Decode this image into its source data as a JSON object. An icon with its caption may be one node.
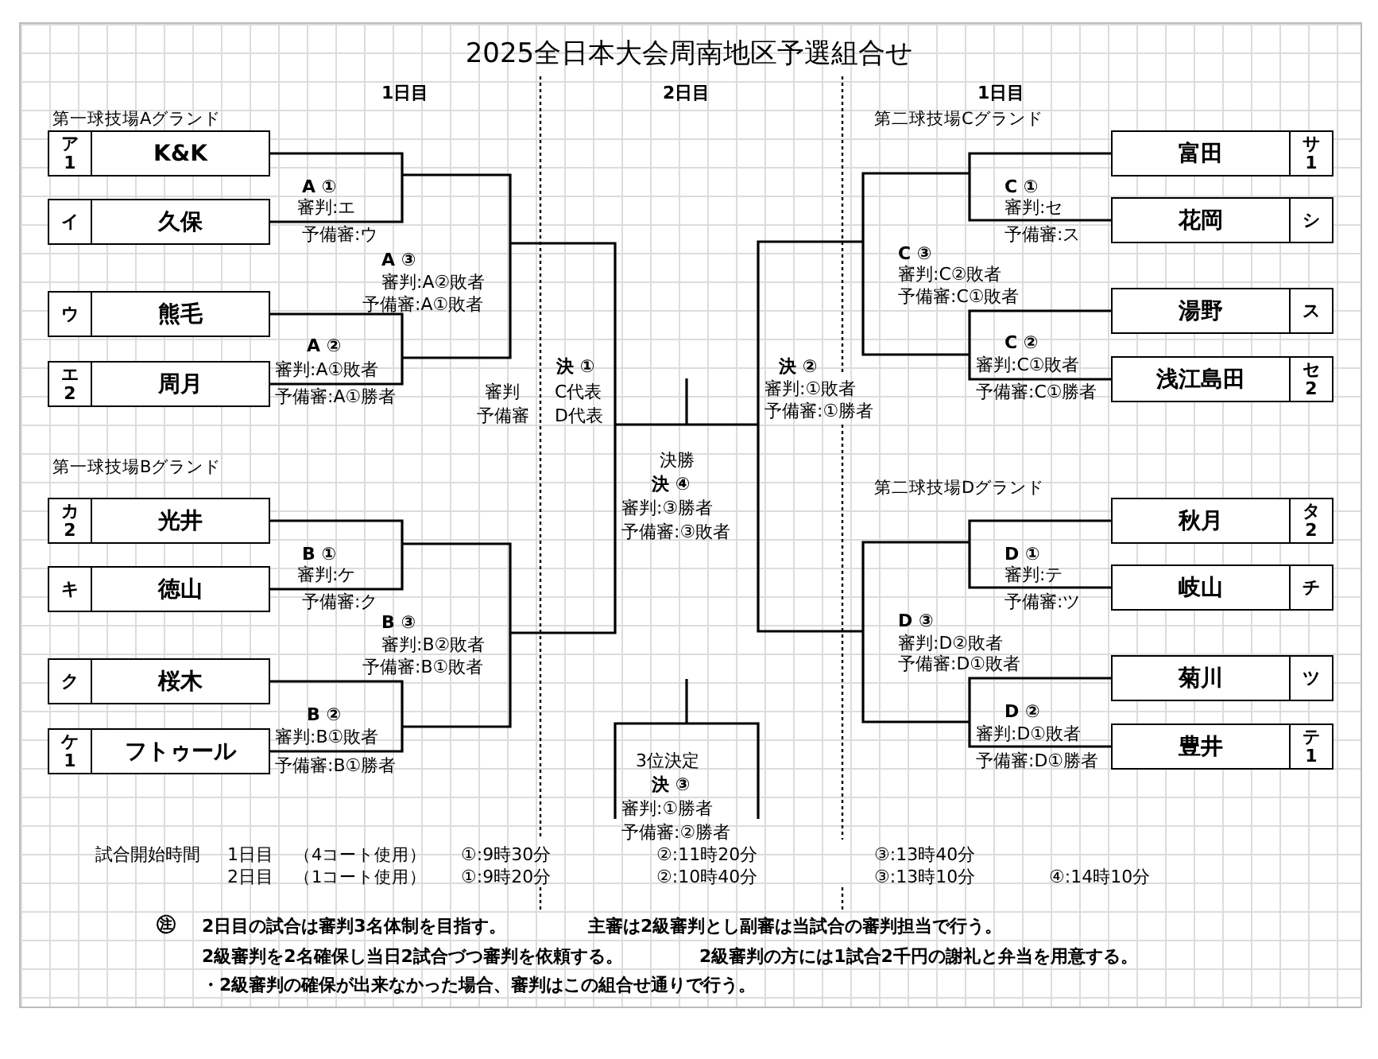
{
  "diagram": {
    "title": "2025全日本大会周南地区予選組合せ",
    "nodes": [
      {
        "text": [
          "ア",
          "1",
          "K&K"
        ]
      },
      {
        "text": [
          "イ",
          "久保"
        ]
      },
      {
        "text": [
          "ウ",
          "熊毛"
        ]
      },
      {
        "text": [
          "エ",
          "2",
          "周月"
        ]
      },
      {
        "text": [
          "A ①",
          "審判:エ",
          "予備審:ウ"
        ]
      },
      {
        "text": [
          "A ②",
          "審判:A①敗者",
          "予備審:A①勝者"
        ]
      },
      {
        "text": [
          "A ③",
          "審判:A②敗者",
          "予備審:A①敗者"
        ]
      },
      {
        "text": [
          "カ",
          "2",
          "光井"
        ]
      },
      {
        "text": [
          "キ",
          "徳山"
        ]
      },
      {
        "text": [
          "ク",
          "桜木"
        ]
      },
      {
        "text": [
          "ケ",
          "1",
          "フトゥール"
        ]
      },
      {
        "text": [
          "B ①",
          "審判:ケ",
          "予備審:ク"
        ]
      },
      {
        "text": [
          "B ②",
          "審判:B①敗者",
          "予備審:B①勝者"
        ]
      },
      {
        "text": [
          "B ③",
          "審判:B②敗者",
          "予備審:B①敗者"
        ]
      },
      {
        "text": [
          "富田",
          "サ",
          "1"
        ]
      },
      {
        "text": [
          "花岡",
          "シ"
        ]
      },
      {
        "text": [
          "湯野",
          "ス"
        ]
      },
      {
        "text": [
          "浅江島田",
          "セ",
          "2"
        ]
      },
      {
        "text": [
          "C ①",
          "審判:セ",
          "予備審:ス"
        ]
      },
      {
        "text": [
          "C ②",
          "審判:C①敗者",
          "予備審:C①勝者"
        ]
      },
      {
        "text": [
          "C ③",
          "審判:C②敗者",
          "予備審:C①敗者"
        ]
      },
      {
        "text": [
          "秋月",
          "タ",
          "2"
        ]
      },
      {
        "text": [
          "岐山",
          "チ"
        ]
      },
      {
        "text": [
          "菊川",
          "ツ"
        ]
      },
      {
        "text": [
          "豊井",
          "テ",
          "1"
        ]
      },
      {
        "text": [
          "D ①",
          "審判:テ",
          "予備審:ツ"
        ]
      },
      {
        "text": [
          "D ②",
          "審判:D①敗者",
          "予備審:D①勝者"
        ]
      },
      {
        "text": [
          "D ③",
          "審判:D②敗者",
          "予備審:D①敗者"
        ]
      },
      {
        "text": [
          "決 ①",
          "審判",
          "予備審",
          "C代表",
          "D代表"
        ]
      },
      {
        "text": [
          "決 ②",
          "審判:①敗者",
          "予備審:①勝者"
        ]
      },
      {
        "text": [
          "決勝",
          "決 ④",
          "審判:③勝者",
          "予備審:③敗者"
        ]
      },
      {
        "text": [
          "3位決定",
          "決 ③",
          "審判:①勝者",
          "予備審:②勝者"
        ]
      }
    ],
    "edges": [
      {
        "from": 0,
        "to": 4,
        "arrow": "none"
      },
      {
        "from": 1,
        "to": 4,
        "arrow": "none"
      },
      {
        "from": 2,
        "to": 5,
        "arrow": "none"
      },
      {
        "from": 3,
        "to": 5,
        "arrow": "none"
      },
      {
        "from": 4,
        "to": 6,
        "arrow": "none"
      },
      {
        "from": 5,
        "to": 6,
        "arrow": "none"
      },
      {
        "from": 7,
        "to": 11,
        "arrow": "none"
      },
      {
        "from": 8,
        "to": 11,
        "arrow": "none"
      },
      {
        "from": 9,
        "to": 12,
        "arrow": "none"
      },
      {
        "from": 10,
        "to": 12,
        "arrow": "none"
      },
      {
        "from": 11,
        "to": 13,
        "arrow": "none"
      },
      {
        "from": 12,
        "to": 13,
        "arrow": "none"
      },
      {
        "from": 14,
        "to": 18,
        "arrow": "none"
      },
      {
        "from": 15,
        "to": 18,
        "arrow": "none"
      },
      {
        "from": 16,
        "to": 19,
        "arrow": "none"
      },
      {
        "from": 17,
        "to": 19,
        "arrow": "none"
      },
      {
        "from": 18,
        "to": 20,
        "arrow": "none"
      },
      {
        "from": 19,
        "to": 20,
        "arrow": "none"
      },
      {
        "from": 21,
        "to": 25,
        "arrow": "none"
      },
      {
        "from": 22,
        "to": 25,
        "arrow": "none"
      },
      {
        "from": 23,
        "to": 26,
        "arrow": "none"
      },
      {
        "from": 24,
        "to": 26,
        "arrow": "none"
      },
      {
        "from": 25,
        "to": 27,
        "arrow": "none"
      },
      {
        "from": 26,
        "to": 27,
        "arrow": "none"
      },
      {
        "from": 6,
        "to": 28,
        "arrow": "none"
      },
      {
        "from": 13,
        "to": 28,
        "arrow": "none"
      },
      {
        "from": 20,
        "to": 29,
        "arrow": "none"
      },
      {
        "from": 27,
        "to": 29,
        "arrow": "none"
      },
      {
        "from": 28,
        "to": 30,
        "arrow": "none"
      },
      {
        "from": 29,
        "to": 30,
        "arrow": "none"
      }
    ],
    "labels": [
      "1日目",
      "2日目",
      "1日目",
      "第一球技場Aグランド",
      "第二球技場Cグランド",
      "第一球技場Bグランド",
      "第二球技場Dグランド",
      "試合開始時間",
      "1日目",
      "（4コート使用）",
      "①:9時30分",
      "②:11時20分",
      "③:13時40分",
      "2日目",
      "（1コート使用）",
      "①:9時20分",
      "②:10時40分",
      "③:13時10分",
      "④:14時10分",
      "㊟",
      "2日目の試合は審判3名体制を目指す。",
      "主審は2級審判とし副審は当試合の審判担当で行う。",
      "2級審判を2名確保し当日2試合づつ審判を依頼する。",
      "2級審判の方には1試合2千円の謝礼と弁当を用意する。",
      "・2級審判の確保が出来なかった場合、審判はこの組合せ通りで行う。"
    ]
  }
}
